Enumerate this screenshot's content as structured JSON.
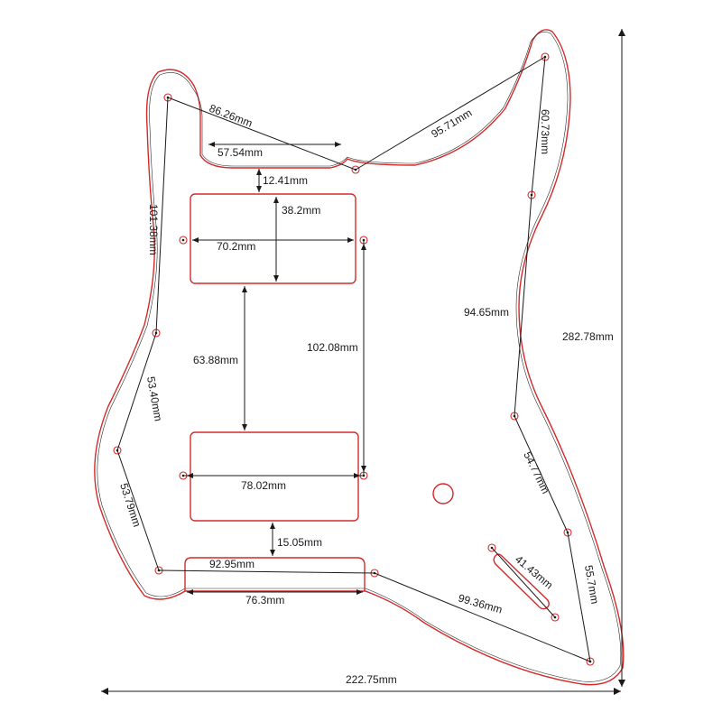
{
  "colors": {
    "outline": "#d42a2a",
    "line": "#1a1a1a",
    "background": "#ffffff"
  },
  "dimensions": {
    "top_left_to_neck_pocket": "86.26mm",
    "neck_pocket_to_top_right": "95.71mm",
    "neck_pocket_width": "57.54mm",
    "neck_pocket_to_pickup": "12.41mm",
    "neck_pickup_height": "38.2mm",
    "neck_pickup_width": "70.2mm",
    "left_edge_upper": "101.38mm",
    "top_right_segment": "60.73mm",
    "right_edge_middle": "94.65mm",
    "pickup_spacing": "63.88mm",
    "pickup_screw_spacing": "102.08mm",
    "left_edge_middle": "53.40mm",
    "left_edge_lower": "53.79mm",
    "bridge_pickup_width": "78.02mm",
    "bridge_pickup_to_cavity": "15.05mm",
    "bottom_cavity_top": "92.95mm",
    "bottom_cavity_width": "76.3mm",
    "bottom_right_screw_span": "99.36mm",
    "switch_slot": "41.43mm",
    "right_edge_lower": "54.77mm",
    "right_edge_bottom": "55.7mm",
    "overall_width": "222.75mm",
    "overall_height": "282.78mm"
  }
}
